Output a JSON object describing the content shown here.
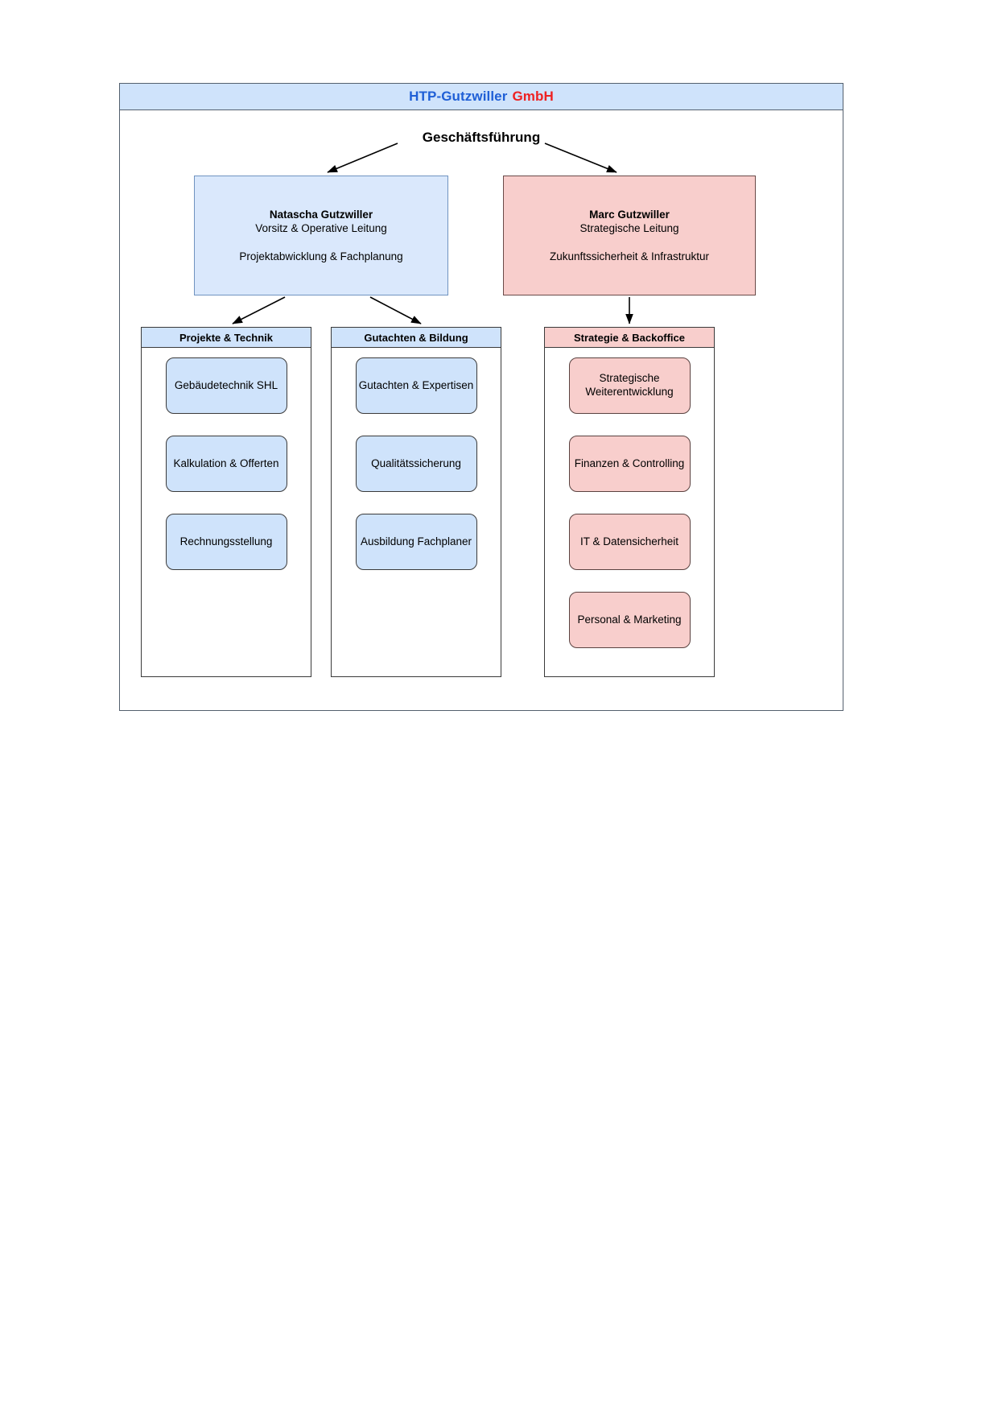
{
  "header": {
    "brand_primary": "HTP-Gutzwiller",
    "brand_suffix": "GmbH",
    "brand_primary_color": "#1f5fd6",
    "brand_suffix_color": "#ee2222",
    "bar_color": "#cfe3fb"
  },
  "root": {
    "label": "Geschäftsführung"
  },
  "executives": [
    {
      "name": "Natascha Gutzwiller",
      "role": "Vorsitz & Operative Leitung",
      "scope": "Projektabwicklung & Fachplanung",
      "fill": "#dae8fc",
      "border": "#7093c0"
    },
    {
      "name": "Marc Gutzwiller",
      "role": "Strategische Leitung",
      "scope": "Zukunftssicherheit & Infrastruktur",
      "fill": "#f8cecc",
      "border": "#6a4a48"
    }
  ],
  "departments": [
    {
      "title": "Projekte & Technik",
      "header_fill": "#cfe3fb",
      "card_fill": "#cfe3fb",
      "items": [
        "Gebäudetechnik SHL",
        "Kalkulation & Offerten",
        "Rechnungsstellung"
      ]
    },
    {
      "title": "Gutachten & Bildung",
      "header_fill": "#cfe3fb",
      "card_fill": "#cfe3fb",
      "items": [
        "Gutachten & Expertisen",
        "Qualitätssicherung",
        "Ausbildung Fachplaner"
      ]
    },
    {
      "title": "Strategie & Backoffice",
      "header_fill": "#f8cecc",
      "card_fill": "#f8cecc",
      "items": [
        "Strategische Weiterentwicklung",
        "Finanzen & Controlling",
        "IT & Datensicherheit",
        "Personal & Marketing"
      ]
    }
  ]
}
